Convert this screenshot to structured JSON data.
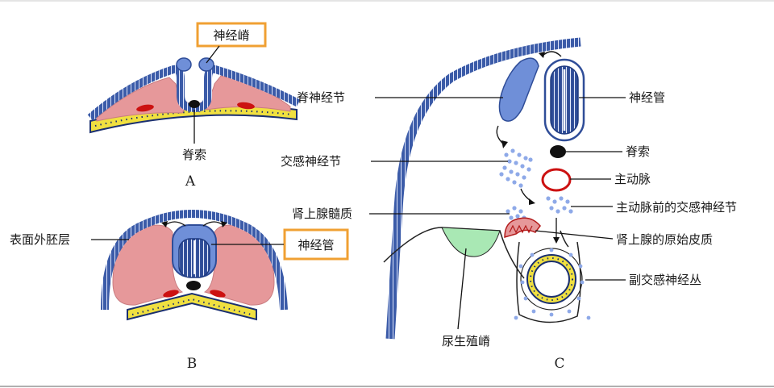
{
  "panels": {
    "a": "A",
    "b": "B",
    "c": "C"
  },
  "labels": {
    "neural_crest_a": "神经嵴",
    "notochord_a": "脊索",
    "surface_ectoderm": "表面外胚层",
    "neural_tube_b": "神经管",
    "spinal_ganglion": "脊神经节",
    "neural_tube_c": "神经管",
    "sympathetic_ganglion": "交感神经节",
    "notochord_c": "脊索",
    "aorta": "主动脉",
    "adrenal_medulla": "肾上腺髓质",
    "preaortic_sympathetic_ganglion": "主动脉前的交感神经节",
    "primitive_adrenal_cortex": "肾上腺的原始皮质",
    "urogenital_ridge": "尿生殖嵴",
    "parasympathetic_plexus": "副交感神经丛"
  },
  "colors": {
    "ectoderm": "#3b5ba8",
    "neural_tissue": "#6f8fd8",
    "mesoderm": "#e6989a",
    "vessel": "#cc1111",
    "endoderm": "#f0e040",
    "crest_cells": "#8ea9e8",
    "ridge": "#a9e8b4",
    "highlight": "#f0a033"
  }
}
